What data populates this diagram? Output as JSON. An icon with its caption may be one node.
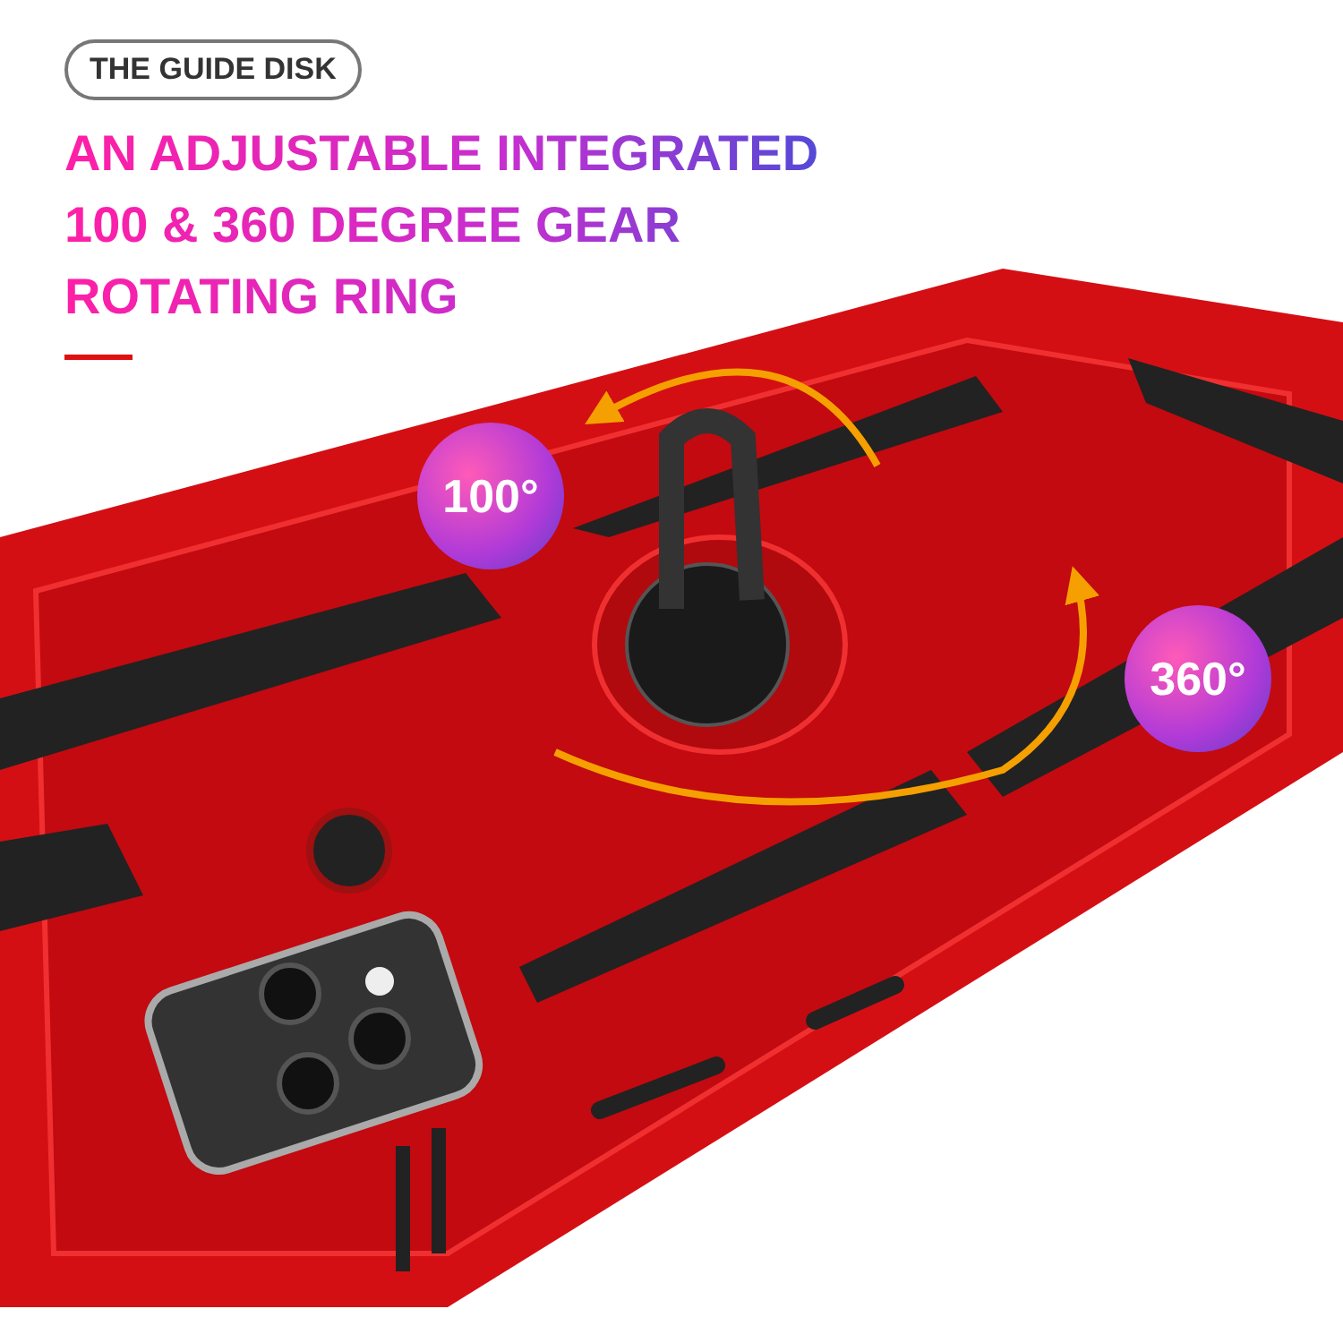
{
  "diagram": {
    "title": "AN ADJUSTABLE INTEGRATED 100 & 360 DEGREE GEAR ROTATING RING",
    "labels": [
      "THE GUIDE DISK",
      "100°",
      "360°"
    ]
  }
}
